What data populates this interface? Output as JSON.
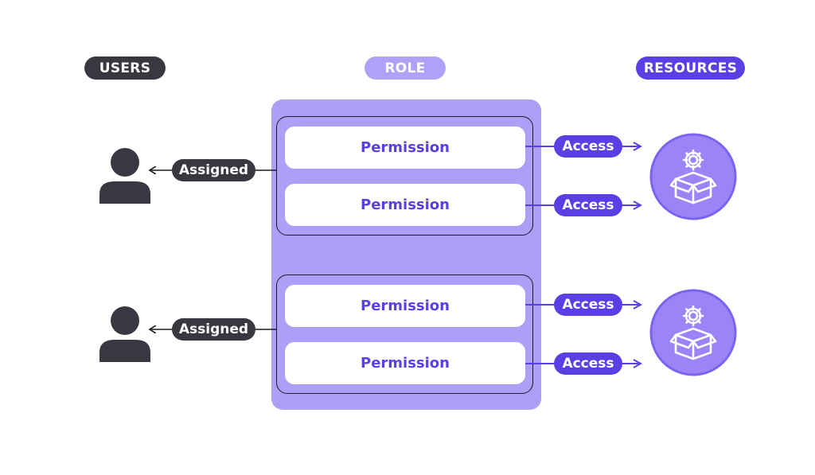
{
  "headers": {
    "users": "USERS",
    "role": "ROLE",
    "resources": "RESOURCES"
  },
  "groups": [
    {
      "assigned_label": "Assigned",
      "permissions": [
        "Permission",
        "Permission"
      ],
      "access_labels": [
        "Access",
        "Access"
      ]
    },
    {
      "assigned_label": "Assigned",
      "permissions": [
        "Permission",
        "Permission"
      ],
      "access_labels": [
        "Access",
        "Access"
      ]
    }
  ],
  "icons": {
    "user": "user-icon",
    "resource": "box-with-gear-icon"
  },
  "colors": {
    "dark": "#3a3740",
    "role_panel": "#ad9ff6",
    "accent": "#5b3fe4",
    "resource_circle": "#9b84f5"
  }
}
